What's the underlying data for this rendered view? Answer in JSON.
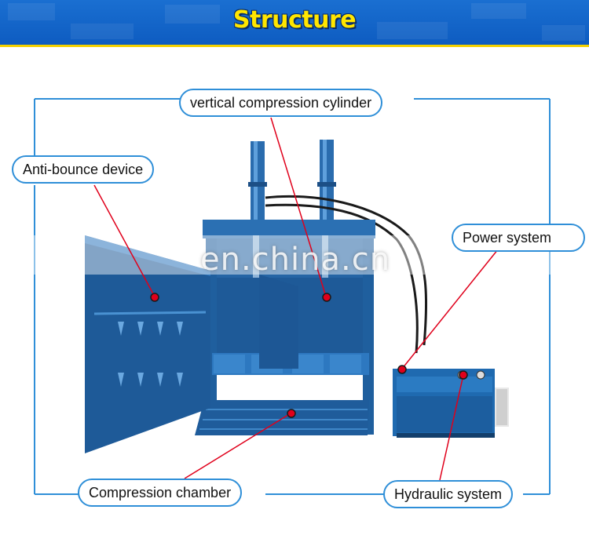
{
  "header": {
    "title": "Structure"
  },
  "labels": {
    "cylinder": "vertical compression cylinder",
    "anti_bounce": "Anti-bounce device",
    "power": "Power system",
    "chamber": "Compression chamber",
    "hydraulic": "Hydraulic system"
  },
  "watermark": "en.china.cn",
  "colors": {
    "header_blue": "#0d5bc0",
    "title_yellow": "#ffe600",
    "frame_blue": "#2f8fd8",
    "machine_blue": "#1f5f9e",
    "pointer_red": "#e0001b"
  }
}
